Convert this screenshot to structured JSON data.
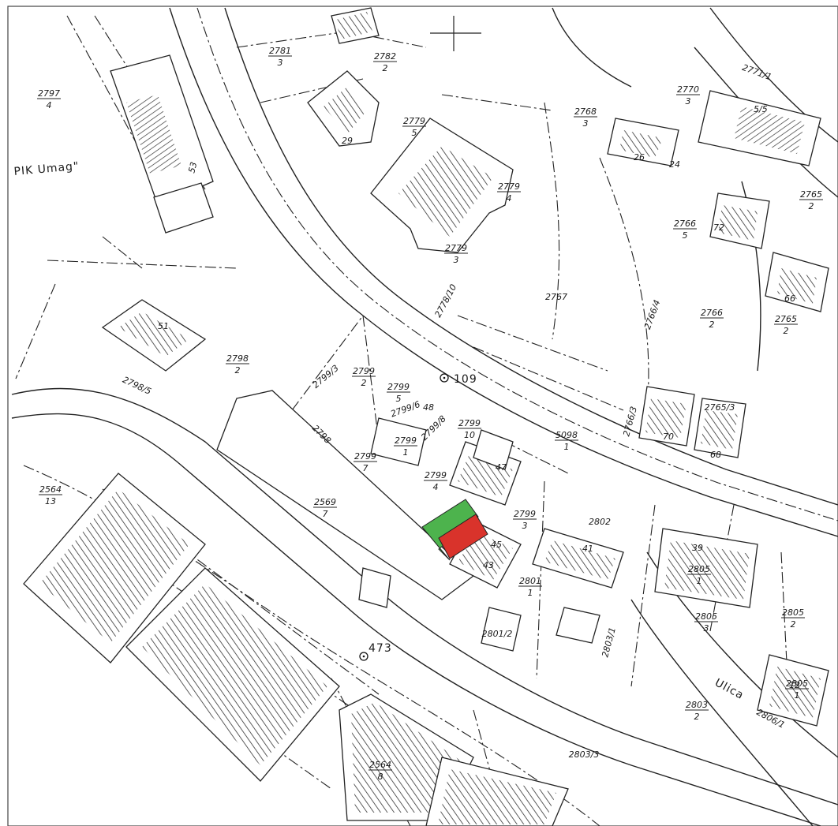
{
  "map": {
    "place_label": "PIK Umag\"",
    "street_label": "Ulica",
    "street_parcel": "2806/1",
    "points": [
      {
        "id": "point-109",
        "label": "109"
      },
      {
        "id": "point-473",
        "label": "473"
      }
    ],
    "parcels": {
      "p2797_4": {
        "num": "2797",
        "den": "4"
      },
      "p2781_3": {
        "num": "2781",
        "den": "3"
      },
      "p2782_2": {
        "num": "2782",
        "den": "2"
      },
      "p2779_5": {
        "num": "2779",
        "den": "5"
      },
      "p2779_4": {
        "num": "2779",
        "den": "4"
      },
      "p2779_3": {
        "num": "2779",
        "den": "3"
      },
      "p2778_10": {
        "text": "2778/10"
      },
      "p2768_3": {
        "num": "2768",
        "den": "3"
      },
      "p2770_3": {
        "num": "2770",
        "den": "3"
      },
      "p2771_1": {
        "text": "2771/1"
      },
      "p2765_2": {
        "num": "2765",
        "den": "2"
      },
      "p2766_5": {
        "num": "2766",
        "den": "5"
      },
      "p2767": {
        "text": "2767"
      },
      "p2766_2": {
        "num": "2766",
        "den": "2"
      },
      "p2766_4": {
        "text": "2766/4"
      },
      "p2765_2b": {
        "num": "2765",
        "den": "2"
      },
      "p2766_3": {
        "text": "2766/3"
      },
      "p2765_3": {
        "text": "2765/3"
      },
      "p2798_2": {
        "num": "2798",
        "den": "2"
      },
      "p2798_5": {
        "text": "2798/5"
      },
      "p2799_3": {
        "text": "2799/3"
      },
      "p2799_2": {
        "num": "2799",
        "den": "2"
      },
      "p2799_5": {
        "num": "2799",
        "den": "5"
      },
      "p2799_6": {
        "text": "2799/6"
      },
      "p2799_8": {
        "text": "2799/8"
      },
      "p2799_10": {
        "num": "2799",
        "den": "10"
      },
      "p2799_1": {
        "num": "2799",
        "den": "1"
      },
      "p2799_7": {
        "num": "2799",
        "den": "7"
      },
      "p2799_4": {
        "num": "2799",
        "den": "4"
      },
      "p2799_3b": {
        "num": "2799",
        "den": "3"
      },
      "p2798_x": {
        "text": "2798"
      },
      "p2569_7": {
        "num": "2569",
        "den": "7"
      },
      "p2564_13": {
        "num": "2564",
        "den": "13"
      },
      "p5098_1": {
        "num": "5098",
        "den": "1"
      },
      "p2802": {
        "text": "2802"
      },
      "p2801_1": {
        "num": "2801",
        "den": "1"
      },
      "p2801_2": {
        "text": "2801/2"
      },
      "p2805_1": {
        "num": "2805",
        "den": "1"
      },
      "p2805_3": {
        "num": "2805",
        "den": "3"
      },
      "p2805_2": {
        "num": "2805",
        "den": "2"
      },
      "p2803_1": {
        "text": "2803/1"
      },
      "p2803_2": {
        "num": "2803",
        "den": "2"
      },
      "p2803_3": {
        "text": "2803/3"
      },
      "p2564_8": {
        "num": "2564",
        "den": "8"
      },
      "p2805_x": {
        "num": "2805",
        "den": "1"
      }
    },
    "buildings": [
      "53",
      "51",
      "29",
      "26",
      "24",
      "5/5",
      "72",
      "66",
      "70",
      "68",
      "47",
      "48",
      "45",
      "43",
      "41",
      "39",
      "12"
    ],
    "highlights": {
      "green": "#4db34d",
      "red": "#d9332b"
    }
  }
}
